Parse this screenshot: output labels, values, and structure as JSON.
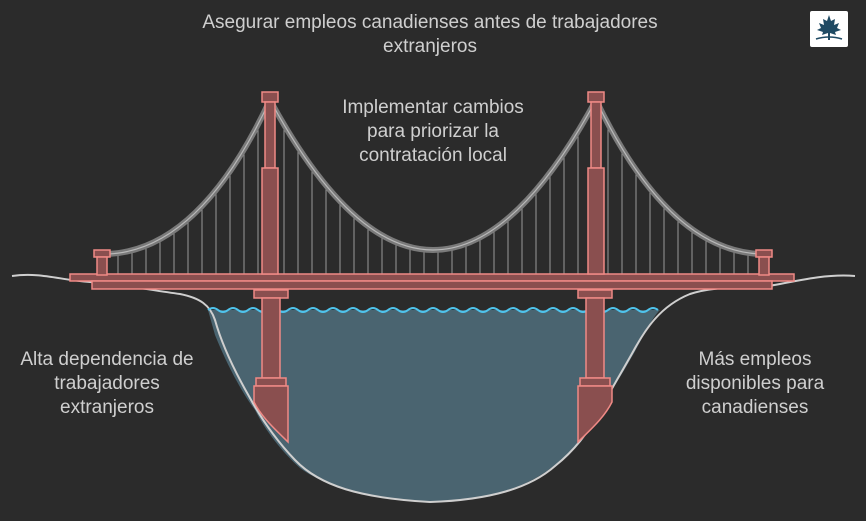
{
  "diagram": {
    "title": "Asegurar empleos canadienses antes de trabajadores extranjeros",
    "center": "Implementar cambios para priorizar la contratación local",
    "left": "Alta dependencia de trabajadores extranjeros",
    "right": "Más empleos disponibles para canadienses"
  },
  "logo": {
    "icon": "maple-leaf-icon"
  },
  "colors": {
    "background": "#2b2b2b",
    "bridge_fill": "#8a4f4f",
    "bridge_stroke": "#f08a86",
    "cable": "#7a7a7a",
    "water": "#4a6470",
    "wave": "#4fc3ec",
    "terrain": "#cfcfcf",
    "text": "#cfcfcf"
  }
}
